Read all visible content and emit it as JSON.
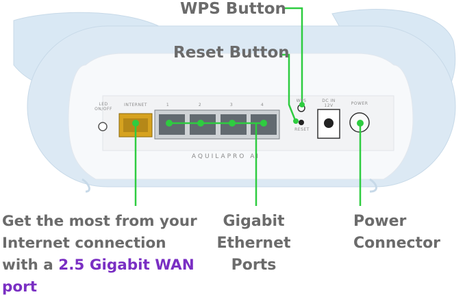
{
  "callouts": {
    "wps": "WPS Button",
    "reset": "Reset Button",
    "internet_prefix": "Get the most from your Internet connection with a ",
    "internet_highlight": "2.5 Gigabit WAN port",
    "gigabit_line1": "Gigabit",
    "gigabit_line2": "Ethernet Ports",
    "power_line1": "Power",
    "power_line2": "Connector"
  },
  "device": {
    "brand": "AQUILAPRO AI",
    "led_label_1": "LED",
    "led_label_2": "ON/OFF",
    "internet_label": "INTERNET",
    "port_numbers": [
      "1",
      "2",
      "3",
      "4"
    ],
    "wps_label": "WPS",
    "reset_label": "RESET",
    "dcin_label_1": "DC IN",
    "dcin_label_2": "12V",
    "power_label": "POWER"
  },
  "colors": {
    "callout_line": "#2ecc40",
    "highlight": "#7a2fc3",
    "device_shell": "#dce9f4",
    "wan_port": "#d6a21f"
  }
}
